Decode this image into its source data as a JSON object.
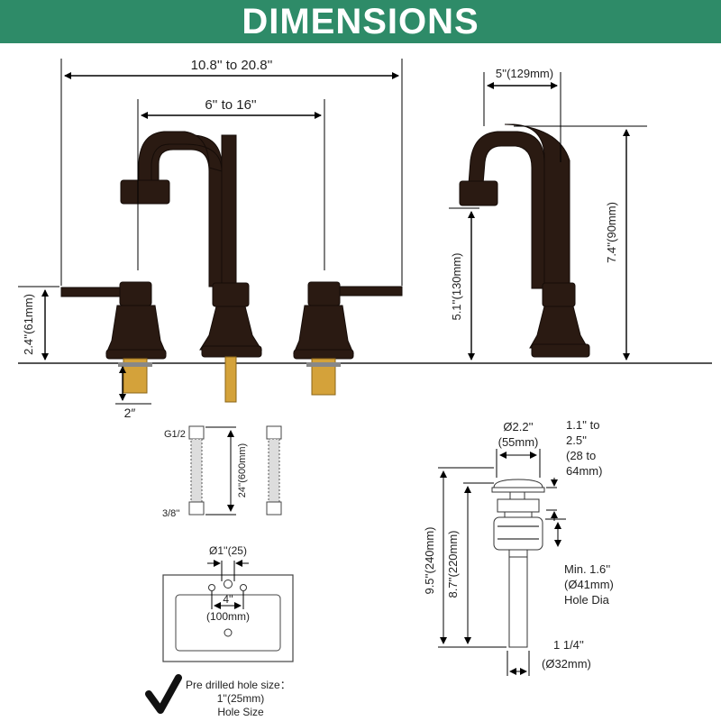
{
  "header": {
    "title": "DIMENSIONS"
  },
  "faucet_front": {
    "overall_spread": "10.8'' to 20.8''",
    "center_spread": "6'' to 16''",
    "handle_height": "2.4''(61mm)",
    "shank_length": "2″"
  },
  "faucet_side": {
    "reach": "5''(129mm)",
    "spout_height": "5.1''(130mm)",
    "total_height": "7.4''(90mm)"
  },
  "hoses": {
    "top_thread": "G1/2",
    "bottom_thread": "3/8''",
    "length": "24''(600mm)"
  },
  "sink": {
    "hole_diameter": "Ø1''(25)",
    "spacing": "4''",
    "spacing_mm": "(100mm)"
  },
  "drain": {
    "cap_diameter_line1": "Ø2.2''",
    "cap_diameter_line2": "(55mm)",
    "thickness_line1": "1.1'' to",
    "thickness_line2": "2.5''",
    "thickness_line3": "(28 to",
    "thickness_line4": "64mm)",
    "total_length": "9.5''(240mm)",
    "body_length": "8.7''(220mm)",
    "min_hole_line1": "Min. 1.6''",
    "min_hole_line2": "(Ø41mm)",
    "min_hole_line3": "Hole Dia",
    "tail_diameter_line1": "1 1/4''",
    "tail_diameter_line2": "(Ø32mm)"
  },
  "note": {
    "line1": "Pre drilled hole size：",
    "line2": "1''(25mm)",
    "line3": "Hole Size",
    "icon": "checkmark-icon"
  },
  "colors": {
    "banner": "#2e8b68",
    "finish": "#2a1a12",
    "brass": "#d4a23a"
  }
}
